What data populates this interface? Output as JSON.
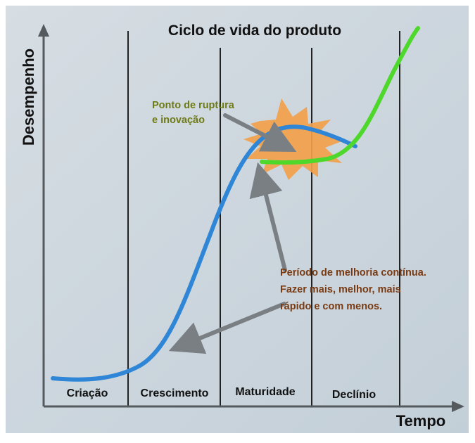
{
  "title": "Ciclo de vida do produto",
  "axes": {
    "y_label": "Desempenho",
    "x_label": "Tempo"
  },
  "phases": [
    {
      "label": "Criação"
    },
    {
      "label": "Crescimento"
    },
    {
      "label": "Maturidade"
    },
    {
      "label": "Declínio"
    }
  ],
  "annotations": {
    "rupture": [
      "Ponto de ruptura",
      "e inovação"
    ],
    "improvement": [
      "Período de melhoria contínua.",
      "Fazer mais, melhor, mais",
      "rápido e com menos."
    ]
  },
  "colors": {
    "background_top": "#d6dde3",
    "background_bottom": "#c3cfd8",
    "blue_curve": "#2f86d6",
    "green_curve": "#4ed82c",
    "burst": "#f2a04a",
    "arrow": "#7a7f84",
    "rupture_text": "#6e7a16",
    "improvement_text": "#7a3a12",
    "axis": "#555a5e",
    "divider": "#222222"
  }
}
